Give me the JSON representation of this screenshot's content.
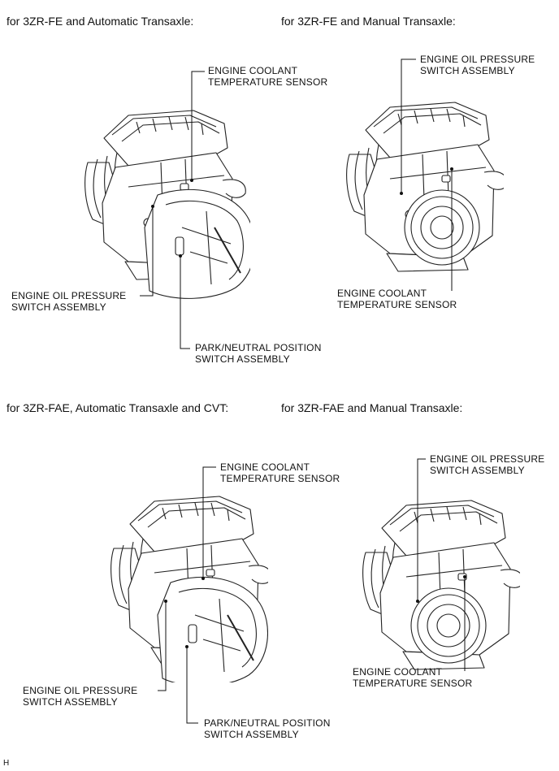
{
  "panels": [
    {
      "heading": "for 3ZR-FE and Automatic Transaxle:",
      "labels": {
        "coolant": [
          "ENGINE COOLANT",
          "TEMPERATURE SENSOR"
        ],
        "oil": [
          "ENGINE OIL PRESSURE",
          "SWITCH ASSEMBLY"
        ],
        "park": [
          "PARK/NEUTRAL POSITION",
          "SWITCH ASSEMBLY"
        ]
      }
    },
    {
      "heading": "for 3ZR-FE and Manual Transaxle:",
      "labels": {
        "oil": [
          "ENGINE OIL PRESSURE",
          "SWITCH ASSEMBLY"
        ],
        "coolant": [
          "ENGINE COOLANT",
          "TEMPERATURE SENSOR"
        ]
      }
    },
    {
      "heading": "for 3ZR-FAE, Automatic Transaxle and CVT:",
      "labels": {
        "coolant": [
          "ENGINE COOLANT",
          "TEMPERATURE SENSOR"
        ],
        "oil": [
          "ENGINE OIL PRESSURE",
          "SWITCH ASSEMBLY"
        ],
        "park": [
          "PARK/NEUTRAL POSITION",
          "SWITCH ASSEMBLY"
        ]
      }
    },
    {
      "heading": "for 3ZR-FAE and Manual Transaxle:",
      "labels": {
        "oil": [
          "ENGINE OIL PRESSURE",
          "SWITCH ASSEMBLY"
        ],
        "coolant": [
          "ENGINE COOLANT",
          "TEMPERATURE SENSOR"
        ]
      }
    }
  ],
  "footer": "H"
}
